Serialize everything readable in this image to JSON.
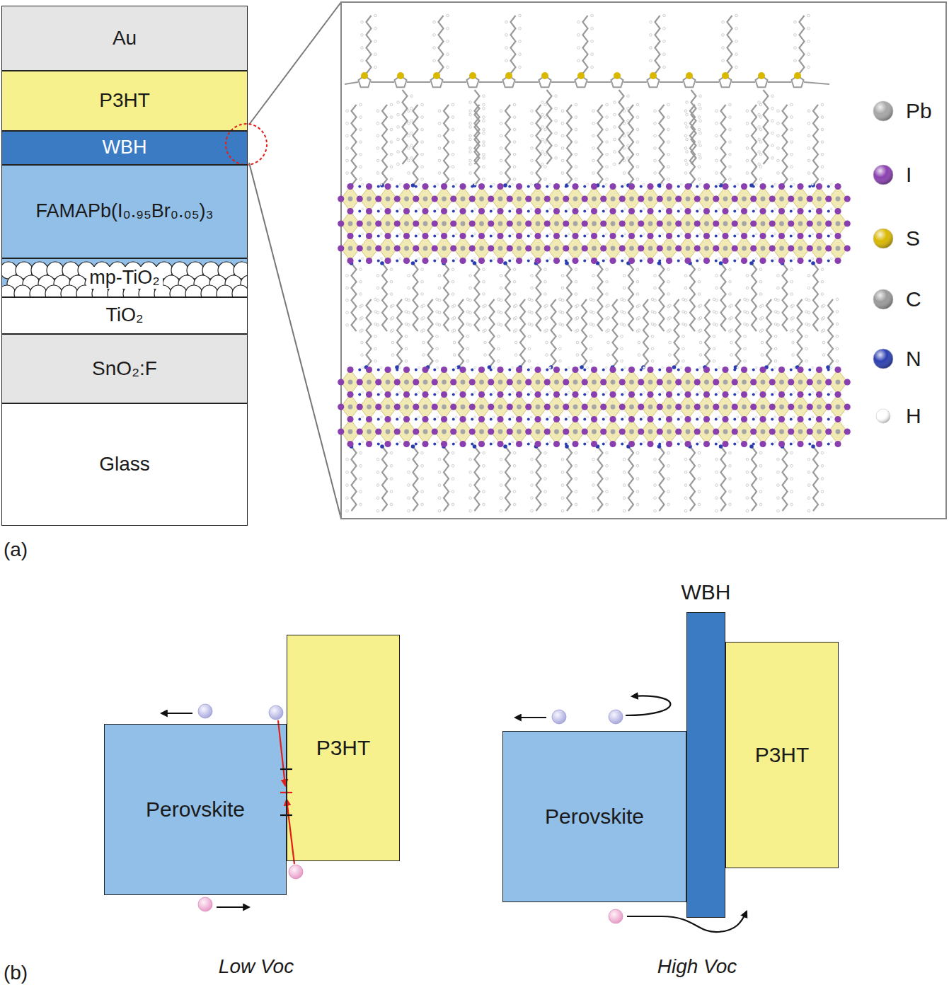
{
  "diagram": {
    "nodes": [
      {
        "text": [
          "Au"
        ]
      },
      {
        "text": [
          "P3HT"
        ]
      },
      {
        "text": [
          "WBH"
        ]
      },
      {
        "text": [
          "FAMAPb(I₀.₉₅Br₀.₀₅)₃"
        ]
      },
      {
        "text": [
          "mp-TiO₂"
        ]
      },
      {
        "text": [
          "TiO₂"
        ]
      },
      {
        "text": [
          "SnO₂:F"
        ]
      },
      {
        "text": [
          "Glass"
        ]
      },
      {
        "text": [
          "Perovskite"
        ]
      },
      {
        "text": [
          "P3HT"
        ]
      },
      {
        "text": [
          "Perovskite"
        ]
      },
      {
        "text": [
          "WBH"
        ]
      },
      {
        "text": [
          "P3HT"
        ]
      }
    ],
    "labels": [
      "(a)",
      "(b)",
      "Low Voc",
      "High Voc"
    ],
    "legend": [
      {
        "text": "Pb",
        "color": "#a6a6a6"
      },
      {
        "text": "I",
        "color": "#8a3fb0"
      },
      {
        "text": "S",
        "color": "#d9b800"
      },
      {
        "text": "C",
        "color": "#9a9a9a"
      },
      {
        "text": "N",
        "color": "#2a3eb1"
      },
      {
        "text": "H",
        "color": "#ffffff"
      }
    ]
  }
}
